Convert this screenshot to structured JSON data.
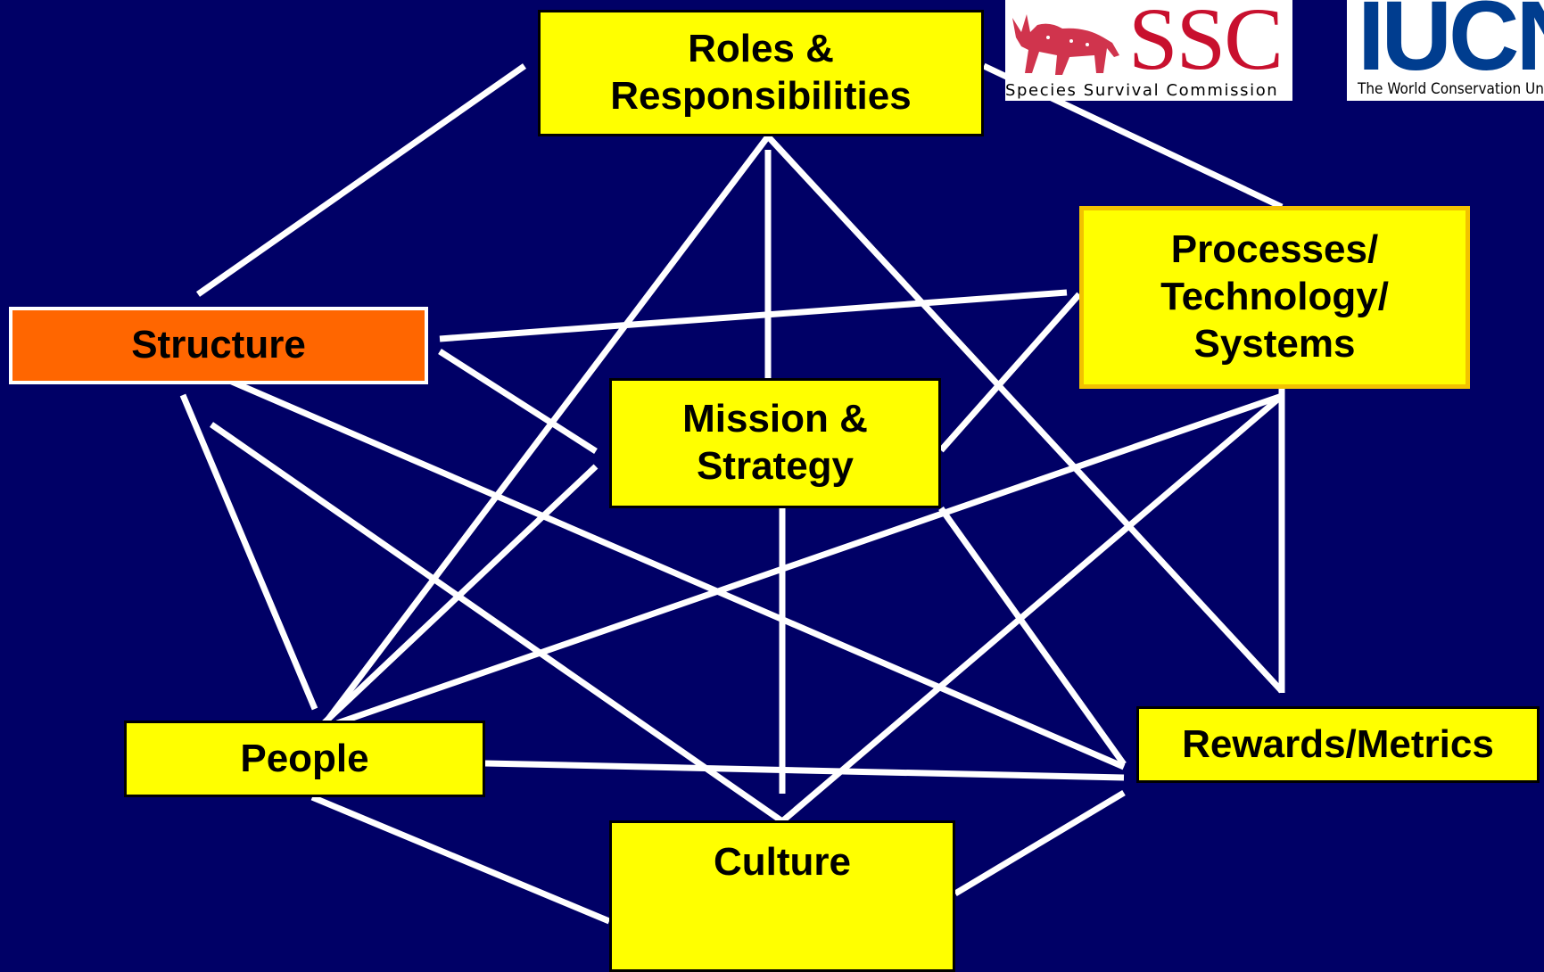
{
  "diagram": {
    "nodes": [
      {
        "id": "roles",
        "label": "Roles &\nResponsibilities",
        "fill": "#ffff00"
      },
      {
        "id": "processes",
        "label": "Processes/\nTechnology/\nSystems",
        "fill": "#ffff00"
      },
      {
        "id": "structure",
        "label": "Structure",
        "fill": "#ff6600"
      },
      {
        "id": "mission",
        "label": "Mission &\nStrategy",
        "fill": "#ffff00"
      },
      {
        "id": "people",
        "label": "People",
        "fill": "#ffff00"
      },
      {
        "id": "rewards",
        "label": "Rewards/Metrics",
        "fill": "#ffff00"
      },
      {
        "id": "culture",
        "label": "Culture",
        "fill": "#ffff00"
      }
    ],
    "edges": [
      [
        "structure",
        "roles"
      ],
      [
        "roles",
        "processes"
      ],
      [
        "roles",
        "mission"
      ],
      [
        "roles",
        "people"
      ],
      [
        "roles",
        "rewards"
      ],
      [
        "structure",
        "processes"
      ],
      [
        "structure",
        "mission"
      ],
      [
        "structure",
        "people"
      ],
      [
        "structure",
        "culture"
      ],
      [
        "structure",
        "rewards"
      ],
      [
        "processes",
        "mission"
      ],
      [
        "processes",
        "people"
      ],
      [
        "processes",
        "culture"
      ],
      [
        "processes",
        "rewards"
      ],
      [
        "mission",
        "people"
      ],
      [
        "mission",
        "culture"
      ],
      [
        "mission",
        "rewards"
      ],
      [
        "people",
        "rewards"
      ],
      [
        "people",
        "culture"
      ],
      [
        "culture",
        "rewards"
      ]
    ]
  },
  "logos": {
    "ssc": {
      "acronym": "SSC",
      "name": "Species Survival Commission",
      "color": "#c8102e",
      "icon": "rock-art-animal-icon"
    },
    "iucn": {
      "acronym": "IUCN",
      "name": "The World Conservation Union",
      "color": "#003d8f"
    }
  },
  "colors": {
    "background": "#000066",
    "connector": "#ffffff",
    "box_default": "#ffff00",
    "box_highlight": "#ff6600"
  }
}
